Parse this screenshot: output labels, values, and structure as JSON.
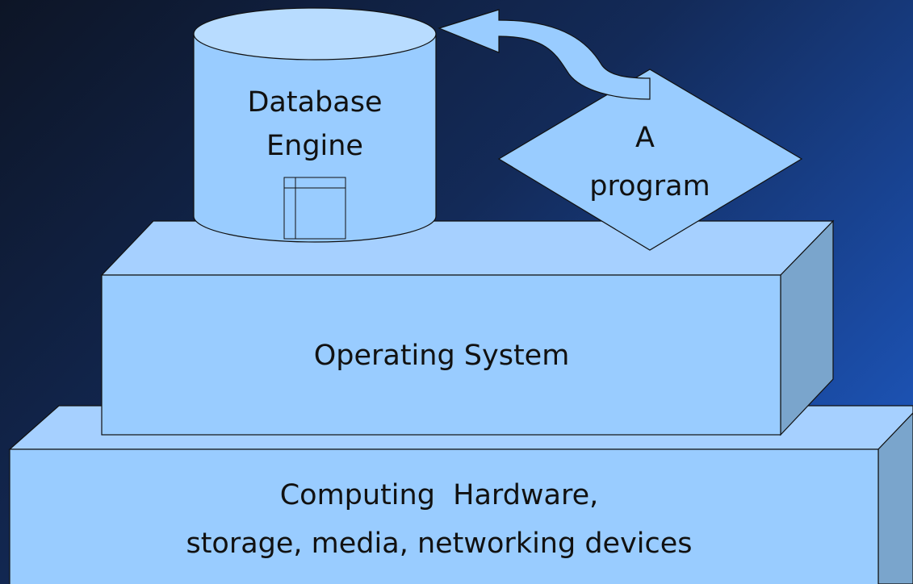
{
  "diagram": {
    "db_engine": {
      "line1": "Database",
      "line2": "Engine"
    },
    "program": {
      "line1": "A",
      "line2": "program"
    },
    "operating_system": {
      "label": "Operating System"
    },
    "hardware": {
      "line1": "Computing  Hardware,",
      "line2": "storage, media, networking devices"
    }
  },
  "colors": {
    "block_front": "#99ccff",
    "block_top": "#a6d0ff",
    "block_side": "#7aa5cc",
    "cylinder_top": "#b8dcff",
    "outline": "#111111"
  }
}
